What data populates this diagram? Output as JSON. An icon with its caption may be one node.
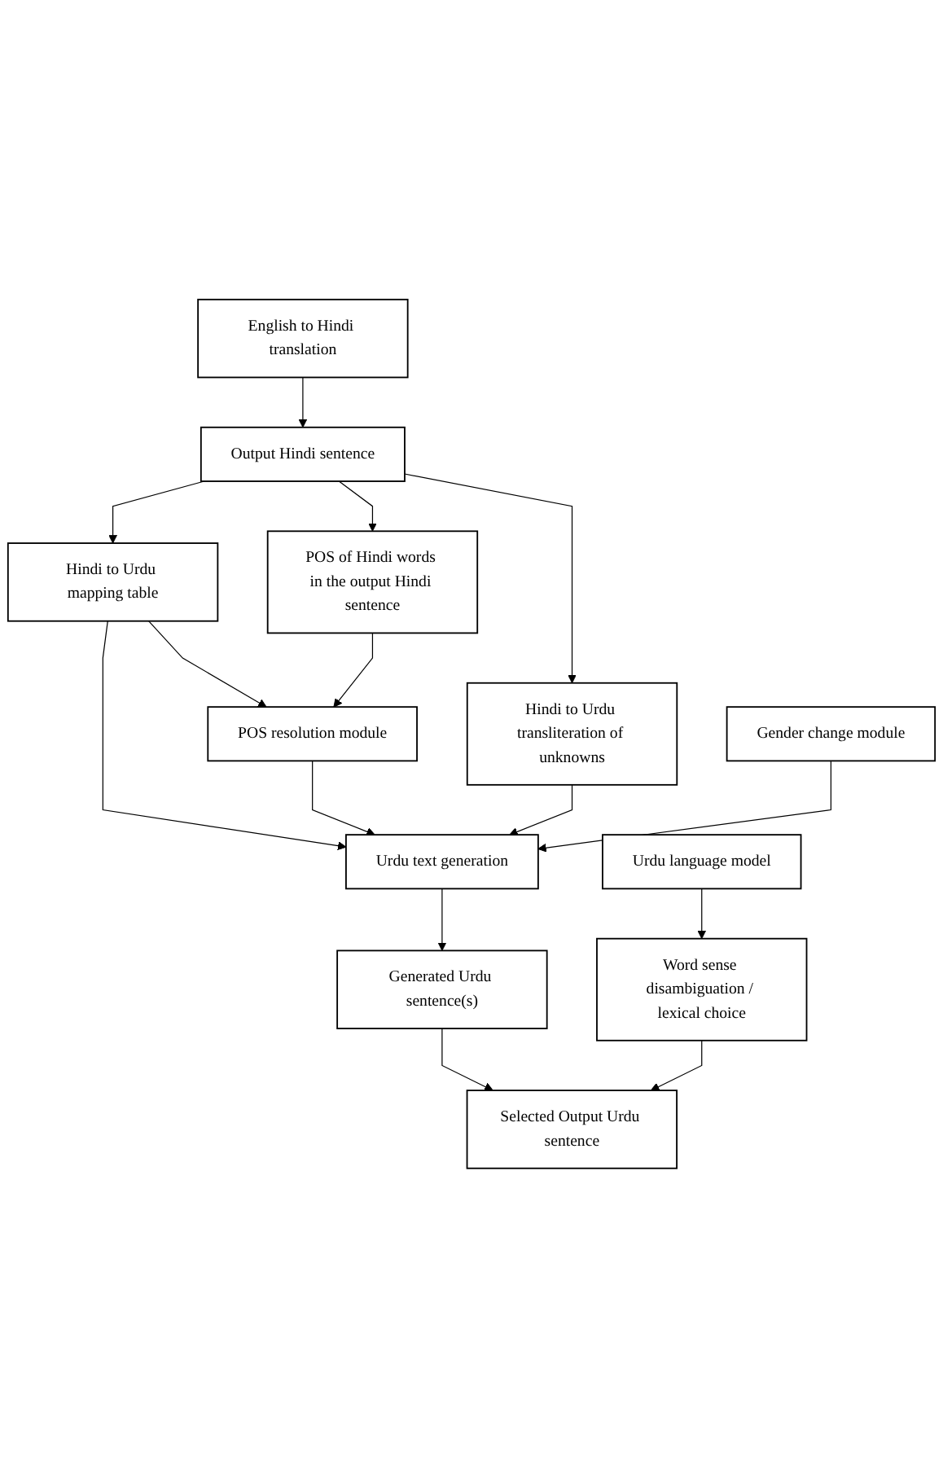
{
  "diagram": {
    "nodes": [
      {
        "text": [
          "English to Hindi translation"
        ]
      },
      {
        "text": [
          "Output Hindi sentence"
        ]
      },
      {
        "text": [
          "Hindi to Urdu mapping table"
        ]
      },
      {
        "text": [
          "POS of Hindi words in the output Hindi sentence"
        ]
      },
      {
        "text": [
          "POS resolution module"
        ]
      },
      {
        "text": [
          "Urdu text generation"
        ]
      },
      {
        "text": [
          "Hindi to Urdu transliteration of unknowns"
        ]
      },
      {
        "text": [
          "Gender change module"
        ]
      },
      {
        "text": [
          "Urdu language model"
        ]
      },
      {
        "text": [
          "Generated Urdu sentence(s)"
        ]
      },
      {
        "text": [
          "Word sense disambiguation / lexical choice"
        ]
      },
      {
        "text": [
          "Selected Output Urdu sentence"
        ]
      }
    ],
    "edges": [
      {
        "from": 0,
        "to": 1,
        "arrow": "to"
      },
      {
        "from": 1,
        "to": 2,
        "arrow": "to"
      },
      {
        "from": 1,
        "to": 3,
        "arrow": "to"
      },
      {
        "from": 1,
        "to": 6,
        "arrow": "to"
      },
      {
        "from": 2,
        "to": 4,
        "arrow": "to"
      },
      {
        "from": 2,
        "to": 5,
        "arrow": "to"
      },
      {
        "from": 3,
        "to": 4,
        "arrow": "to"
      },
      {
        "from": 4,
        "to": 5,
        "arrow": "to"
      },
      {
        "from": 6,
        "to": 5,
        "arrow": "to"
      },
      {
        "from": 7,
        "to": 5,
        "arrow": "to"
      },
      {
        "from": 5,
        "to": 9,
        "arrow": "to"
      },
      {
        "from": 8,
        "to": 10,
        "arrow": "to"
      },
      {
        "from": 9,
        "to": 11,
        "arrow": "to"
      },
      {
        "from": 10,
        "to": 11,
        "arrow": "to"
      }
    ]
  }
}
